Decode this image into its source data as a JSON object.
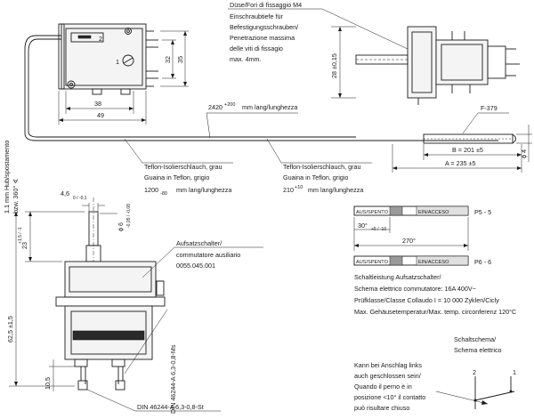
{
  "callouts": {
    "nozzle": [
      "Düse/Fori di fissaggio M4",
      "Einschraubtiefe für",
      "Befestigungsschrauben/",
      "Penetrazione massima",
      "delle viti di fissagio",
      "max. 4mm."
    ],
    "capillary": "2420",
    "capillary_sup": "+200",
    "capillary_unit": "mm lang/lunghezza",
    "sensor": "F-379",
    "teflon_left": [
      "Teflon-Isolierschlauch, grau",
      "Guaina in Teflon, grigio"
    ],
    "teflon_left_len": "1200",
    "teflon_left_tol": "-80",
    "teflon_left_unit": "mm lang/lunghezza",
    "teflon_right": [
      "Teflon-Isolierschlauch, grau",
      "Guaina in Teflon, grigio"
    ],
    "teflon_right_len": "210",
    "teflon_right_tol": "+10",
    "teflon_right_unit": "mm lang/lunghezza",
    "aux_switch": [
      "Aufsatzschalter/",
      "commutatore ausiliario",
      "0055.045.001"
    ],
    "stroke": "1.1 mm Hub/spostamento",
    "angle": "bzw. 360° ∢",
    "din_vertical": "DIN 46244-A 6,3-0,8-Ms",
    "din_bottom": "DIN 46244-A 6,3-0,8-St",
    "schaltleistung": [
      "Schaltleistung Aufsatzschalter/",
      "Schema elettrico commutatore:  16A 400V~",
      "Prüfklasse/Classe Collaudo   I = 10 000 Zyklen/Cicly",
      "Max. Gehäusetemperatur/Max. temp. circonferenz 120°C"
    ],
    "schaltschema": [
      "Schaltschema/",
      "Schema elettrico"
    ],
    "anschlag": [
      "Kann bei Anschlag links",
      "auch geschlossen sein/",
      "Quando il perno è in",
      "posizione <10° il contatto",
      "può risultare chiuso"
    ]
  },
  "dimensions": {
    "d38": "38",
    "d49": "49",
    "d32": "32",
    "d35": "35",
    "d28": "28 ±0,15",
    "b": "B = 201 ±5",
    "a": "A = 235 ±5",
    "d4": "ϕ 4",
    "d46": "4,6",
    "d46tol": "0 / -0,1",
    "d6": "ϕ 6",
    "d6tol": "-0,05 / -0,08",
    "d23": "23",
    "d23tol": "+1,5 / -1",
    "d625": "62,5 ±1,5",
    "d105": "10,5",
    "deg30": "30°",
    "deg30tol": "+5 / -10",
    "deg270": "270°"
  },
  "switch_bars": [
    {
      "off": "AUS/SPENTO",
      "on": "EIN/ACCESO",
      "pos": "P5 - 5"
    },
    {
      "off": "AUS/SPENTO",
      "on": "EIN/ACCESO",
      "pos": "P6 - 6"
    }
  ],
  "body_marks": {
    "n2": "2",
    "n1": "1"
  },
  "terminals": {
    "t2": "2",
    "t1": "1"
  }
}
